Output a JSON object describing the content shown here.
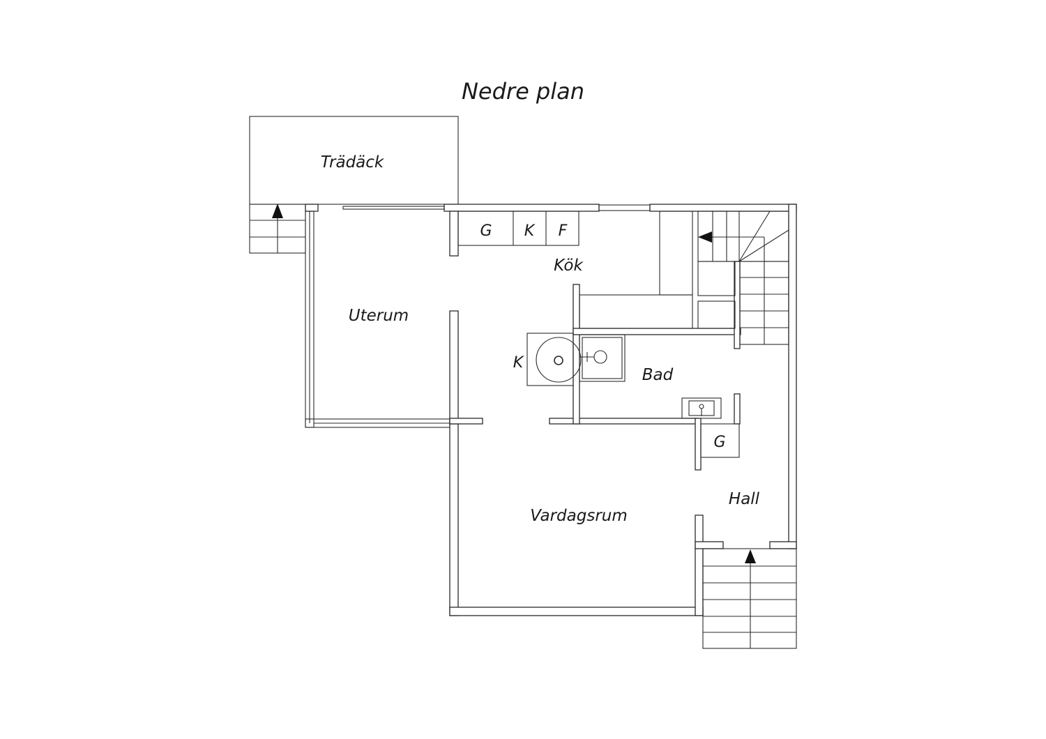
{
  "title": "Nedre plan",
  "rooms": {
    "tradack": "Trädäck",
    "uterum": "Uterum",
    "kok": "Kök",
    "bad": "Bad",
    "hall": "Hall",
    "vardagsrum": "Vardagsrum"
  },
  "appliances": {
    "kitchen_g": "G",
    "kitchen_k": "K",
    "kitchen_f": "F",
    "boiler_k": "K",
    "closet_g": "G"
  }
}
